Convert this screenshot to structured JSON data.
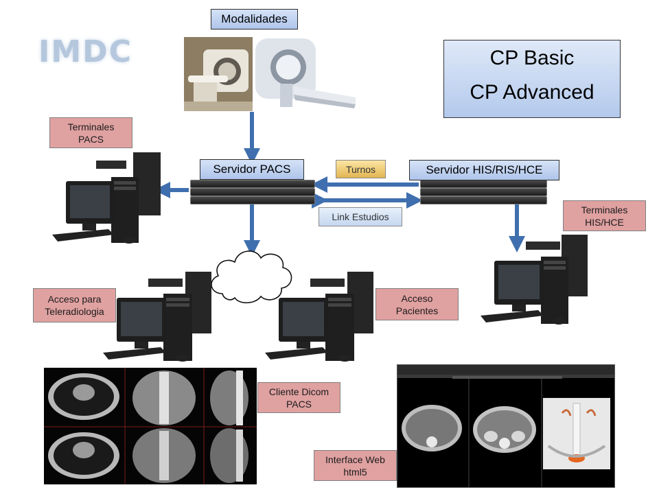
{
  "logo": "IMDC",
  "modalities_label": "Modalidades",
  "cp_box": {
    "line1": "CP Basic",
    "line2": "CP Advanced"
  },
  "terminals_pacs": "Terminales\nPACS",
  "pacs_server": "Servidor PACS",
  "his_server": "Servidor HIS/RIS/HCE",
  "turnos": "Turnos",
  "link_estudios": "Link Estudios",
  "terminals_his": "Terminales\nHIS/HCE",
  "teleradiology": "Acceso para\nTeleradiologia",
  "patients": "Acceso\nPacientes",
  "dicom_client": "Cliente Dicom\nPACS",
  "web_interface": "Interface Web\nhtml5",
  "colors": {
    "arrow": "#3f6fae",
    "label_pink": "#e0a1a1",
    "label_blue": "#aec4ea",
    "turnos": "#f2cf76"
  }
}
